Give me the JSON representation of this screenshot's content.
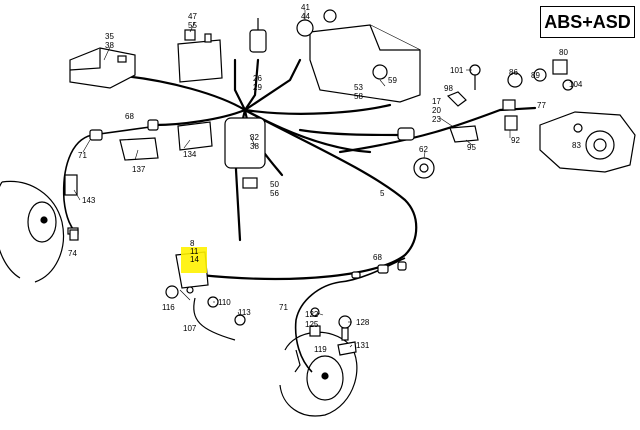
{
  "title": "ABS+ASD",
  "highlight_color": "#fff200",
  "labels": {
    "l35": "35",
    "l38a": "38",
    "l47": "47",
    "l55": "55",
    "l41": "41",
    "l44": "44",
    "l26": "26",
    "l29": "29",
    "l53": "53",
    "l58": "58",
    "l59": "59",
    "l101": "101",
    "l86": "86",
    "l89": "89",
    "l80": "80",
    "l104": "104",
    "l98": "98",
    "l17": "17",
    "l20": "20",
    "l23": "23",
    "l77": "77",
    "l68a": "68",
    "l71a": "71",
    "l137": "137",
    "l134": "134",
    "l32": "32",
    "l38b": "38",
    "l50": "50",
    "l56": "56",
    "l62": "62",
    "l95": "95",
    "l92": "92",
    "l83": "83",
    "l143": "143",
    "l74": "74",
    "l5": "5",
    "l8": "8",
    "l11": "11",
    "l14": "14",
    "l116": "116",
    "l110": "110",
    "l113": "113",
    "l107": "107",
    "l68b": "68",
    "l71b": "71",
    "l122": "122",
    "l125": "125",
    "l128": "128",
    "l131": "131",
    "l119": "119"
  }
}
